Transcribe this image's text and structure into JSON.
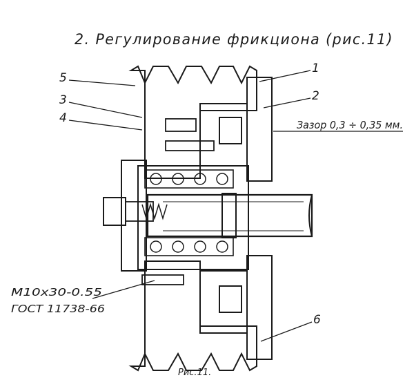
{
  "title": "2. Регулирование фрикциона (рис.11)",
  "callouts": [
    "1",
    "2",
    "3",
    "4",
    "5",
    "6"
  ],
  "gap_note": "Зазор 0,3 ÷ 0,35 мм.",
  "bolt_spec": [
    "M10x30-0.55",
    "ГОСТ 11738-66"
  ],
  "caption": "Рис.11."
}
